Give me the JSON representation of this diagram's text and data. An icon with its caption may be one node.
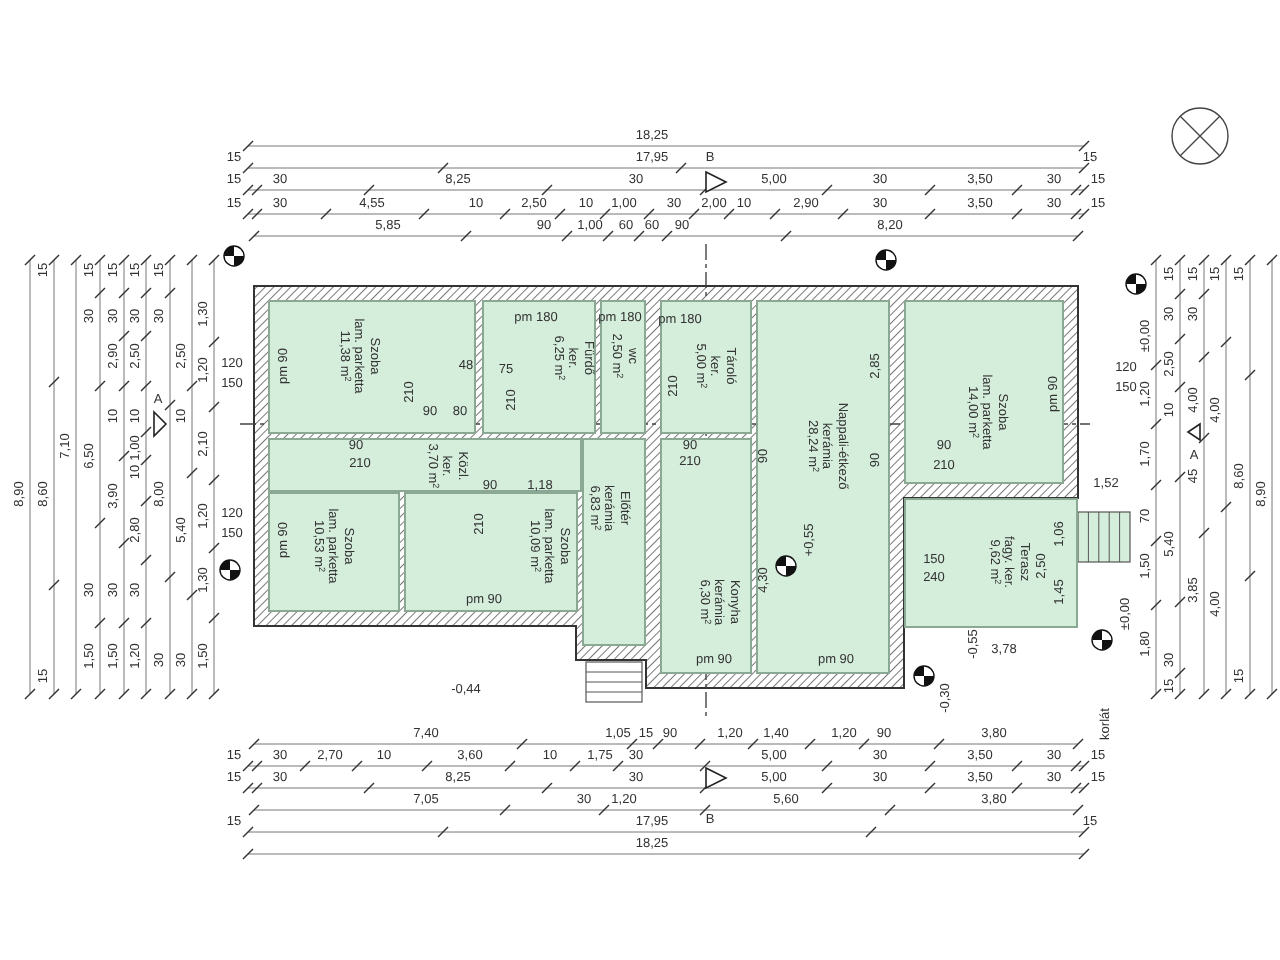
{
  "diagram": {
    "nodes": [
      {
        "text": [
          "Szoba",
          "lam. parketta",
          "11,38 m$^{2}$"
        ]
      },
      {
        "text": [
          "Fürdő",
          "ker.",
          "6,25 m$^{2}$"
        ]
      },
      {
        "text": [
          "wc",
          "2,50 m$^{2}$"
        ]
      },
      {
        "text": [
          "Tároló",
          "ker.",
          "5,00 m$^{2}$"
        ]
      },
      {
        "text": [
          "Nappali-étkező",
          "kerámia",
          "28,24 m$^{2}$"
        ]
      },
      {
        "text": [
          "Szoba",
          "lam. parketta",
          "14,00 m$^{2}$"
        ]
      },
      {
        "text": [
          "Szoba",
          "lam. parketta",
          "10,53 m$^{2}$"
        ]
      },
      {
        "text": [
          "Közl.",
          "ker.",
          "3,70 m$^{2}$"
        ]
      },
      {
        "text": [
          "Szoba",
          "lam. parketta",
          "10,09 m$^{2}$"
        ]
      },
      {
        "text": [
          "Előtér",
          "kerámia",
          "6,83 m$^{2}$"
        ]
      },
      {
        "text": [
          "Konyha",
          "kerámia",
          "6,30 m$^{2}$"
        ]
      },
      {
        "text": [
          "Terasz",
          "fagy. ker.",
          "9,62 m$^{2}$"
        ]
      }
    ],
    "labels": [
      "18,25",
      "15",
      "17,95",
      "B",
      "15",
      "15",
      "30",
      "8,25",
      "30",
      "5,00",
      "30",
      "3,50",
      "30",
      "15",
      "15",
      "30",
      "4,55",
      "10",
      "2,50",
      "10",
      "1,00",
      "30",
      "2,00",
      "10",
      "2,90",
      "30",
      "3,50",
      "30",
      "15",
      "5,85",
      "90",
      "1,00",
      "60",
      "60",
      "90",
      "8,20",
      "8,90",
      "15",
      "8,60",
      "15",
      "7,10",
      "15",
      "30",
      "6,50",
      "30",
      "1,50",
      "15",
      "30",
      "2,90",
      "10",
      "3,90",
      "30",
      "1,50",
      "15",
      "30",
      "2,50",
      "10",
      "1,00",
      "10",
      "2,80",
      "30",
      "1,20",
      "15",
      "30",
      "8,00",
      "30",
      "2,50",
      "10",
      "5,40",
      "30",
      "1,30",
      "1,20",
      "2,10",
      "1,20",
      "1,30",
      "1,50",
      "A",
      "120",
      "150",
      "120",
      "150",
      "A",
      "120",
      "150",
      "±0,00",
      "1,20",
      "1,70",
      "70",
      "1,50",
      "±0,00",
      "1,80",
      "15",
      "30",
      "2,50",
      "10",
      "5,40",
      "30",
      "15",
      "15",
      "30",
      "4,00",
      "45",
      "3,85",
      "15",
      "4,00",
      "4,00",
      "15",
      "8,60",
      "15",
      "8,90",
      "1,52",
      "korlát",
      "pm 90",
      "pm 180",
      "pm 180",
      "210",
      "90",
      "80",
      "48",
      "75",
      "210",
      "90",
      "210",
      "90",
      "1,18",
      "210",
      "pm 90",
      "pm 90",
      "pm 180",
      "210",
      "90",
      "210",
      "90",
      "2,85",
      "90",
      "90",
      "210",
      "pm 90",
      "+0,55",
      "4,30",
      "150",
      "240",
      "1,06",
      "2,50",
      "1,45",
      "-0,55",
      "3,78",
      "pm 90",
      "pm 90",
      "-0,30",
      "-0,44",
      "7,40",
      "1,05",
      "15",
      "90",
      "1,20",
      "1,40",
      "1,20",
      "90",
      "3,80",
      "15",
      "30",
      "2,70",
      "10",
      "3,60",
      "10",
      "1,75",
      "30",
      "5,00",
      "30",
      "3,50",
      "30",
      "15",
      "15",
      "30",
      "8,25",
      "30",
      "5,00",
      "30",
      "3,50",
      "30",
      "15",
      "B",
      "7,05",
      "30",
      "1,20",
      "5,60",
      "3,80",
      "15",
      "17,95",
      "15",
      "18,25"
    ]
  }
}
